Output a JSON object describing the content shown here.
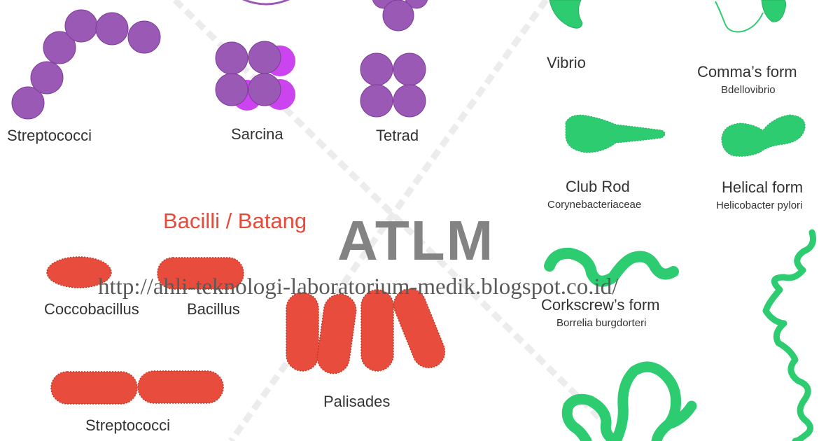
{
  "labels": {
    "streptococci_cocci": "Streptococci",
    "sarcina": "Sarcina",
    "tetrad": "Tetrad",
    "vibrio": "Vibrio",
    "commas_form": "Comma’s form",
    "bdellovibrio": "Bdellovibrio",
    "club_rod": "Club Rod",
    "corynebacteriaceae": "Corynebacteriaceae",
    "helical_form": "Helical form",
    "helicobacter_pylori": "Helicobacter pylori",
    "bacilli_heading": "Bacilli / Batang",
    "coccobacillus": "Coccobacillus",
    "bacillus": "Bacillus",
    "corkscrews_form": "Corkscrew’s form",
    "borrelia_burgdorferi": "Borrelia burgdorteri",
    "palisades": "Palisades",
    "streptococci_bacilli": "Streptococci"
  },
  "watermark": {
    "title": "ATLM",
    "url": "http://ahli-teknologi-laboratorium-medik.blogspot.co.id/"
  },
  "colors": {
    "cocci": "#9b59b6",
    "sarcina_back": "#cc44f0",
    "bacilli": "#e74c3c",
    "spiral": "#2ecc71",
    "heading": "#e8493a",
    "label": "#333333"
  }
}
